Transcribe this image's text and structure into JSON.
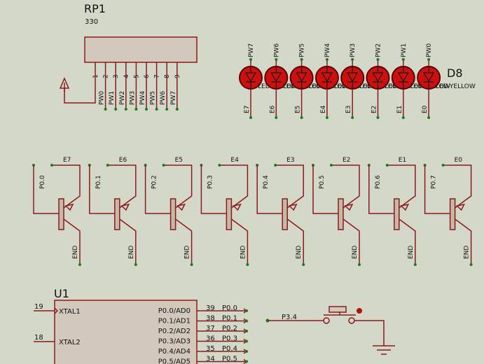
{
  "colors": {
    "wire": "#8b1a1a",
    "background": "#d4d8c8",
    "led": "#cc1010",
    "pin_dot": "#1f7a1f"
  },
  "rp1": {
    "ref": "RP1",
    "value": "330",
    "pins": [
      "1",
      "2",
      "3",
      "4",
      "5",
      "6",
      "7",
      "8",
      "9"
    ],
    "nets": [
      "PW0",
      "PW1",
      "PW2",
      "PW3",
      "PW4",
      "PW5",
      "PW6",
      "PW7"
    ]
  },
  "leds": {
    "ref": "D8",
    "top_nets": [
      "PW7",
      "PW6",
      "PW5",
      "PW4",
      "PW3",
      "PW2",
      "PW1",
      "PW0"
    ],
    "bottom_nets": [
      "E7",
      "E6",
      "E5",
      "E4",
      "E3",
      "E2",
      "E1",
      "E0"
    ],
    "value_text": "LED-YELLOW"
  },
  "transistors": {
    "base_nets": [
      "P0.0",
      "P0.1",
      "P0.2",
      "P0.3",
      "P0.4",
      "P0.5",
      "P0.6",
      "P0.7"
    ],
    "collector_nets": [
      "E7",
      "E6",
      "E5",
      "E4",
      "E3",
      "E2",
      "E1",
      "E0"
    ],
    "emitter_net": "END"
  },
  "u1": {
    "ref": "U1",
    "left_pins": [
      {
        "number": "19",
        "name": "XTAL1"
      },
      {
        "number": "18",
        "name": "XTAL2"
      }
    ],
    "right_pins": [
      {
        "name": "P0.0/AD0",
        "number": "39",
        "net": "P0.0"
      },
      {
        "name": "P0.1/AD1",
        "number": "38",
        "net": "P0.1"
      },
      {
        "name": "P0.2/AD2",
        "number": "37",
        "net": "P0.2"
      },
      {
        "name": "P0.3/AD3",
        "number": "36",
        "net": "P0.3"
      },
      {
        "name": "P0.4/AD4",
        "number": "35",
        "net": "P0.4"
      },
      {
        "name": "P0.5/AD5",
        "number": "34",
        "net": "P0.5"
      }
    ]
  },
  "button": {
    "net": "P3.4"
  }
}
